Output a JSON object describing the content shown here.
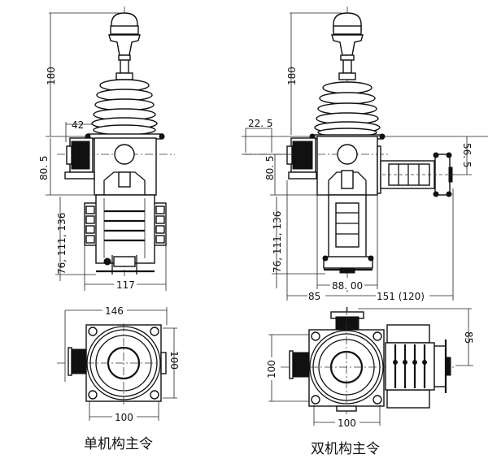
{
  "drawing": {
    "single": {
      "caption": "单机构主令",
      "dims": {
        "height_180": "180",
        "offset_42": "42",
        "height_80_5": "80. 5",
        "heights_series": "76, 111, 136",
        "width_117": "117",
        "width_146": "146",
        "side_100": "100",
        "bottom_100": "100"
      }
    },
    "double": {
      "caption": "双机构主令",
      "dims": {
        "height_180": "180",
        "offset_22_5": "22. 5",
        "height_80_5": "80. 5",
        "side_56_5": "56. 5",
        "heights_series": "76, 111, 136",
        "width_88": "88. 00",
        "width_85": "85",
        "width_151": "151 (120)",
        "side_100": "100",
        "bottom_100": "100",
        "side_85": "85"
      }
    }
  }
}
